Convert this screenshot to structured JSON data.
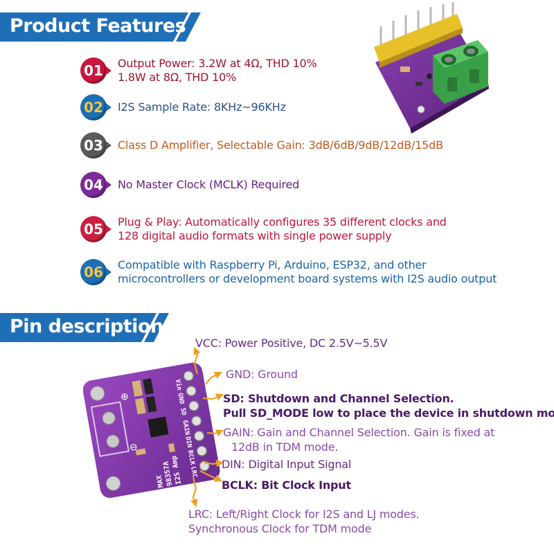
{
  "product_features": {
    "heading": "Product Features",
    "items": [
      {
        "num": "01",
        "color": "#c8163c",
        "text_color": "#a0142e",
        "lines": [
          "Output Power: 3.2W at 4Ω, THD 10%",
          "1.8W at 8Ω, THD 10%"
        ]
      },
      {
        "num": "02",
        "color": "#1a6fb5",
        "text_color": "#2a4f8a",
        "lines": [
          "I2S Sample Rate: 8KHz~96KHz"
        ]
      },
      {
        "num": "03",
        "color": "#5a5a5a",
        "text_color": "#c25a1e",
        "lines": [
          "Class D Amplifier, Selectable Gain: 3dB/6dB/9dB/12dB/15dB"
        ]
      },
      {
        "num": "04",
        "color": "#7d2a9a",
        "text_color": "#6a1e86",
        "lines": [
          "No Master Clock (MCLK) Required"
        ]
      },
      {
        "num": "05",
        "color": "#cc1f40",
        "text_color": "#c01838",
        "lines": [
          "Plug & Play: Automatically configures 35 different clocks and",
          "128 digital audio formats with single power supply"
        ]
      },
      {
        "num": "06",
        "color": "#1a6fb5",
        "text_color": "#1b64a8",
        "lines": [
          "Compatible with Raspberry Pi, Arduino, ESP32, and other",
          "microcontrollers or development board systems with I2S audio output"
        ]
      }
    ]
  },
  "pin_description": {
    "heading": "Pin description",
    "pins": [
      {
        "id": "vcc",
        "lines": [
          "VCC: Power Positive, DC 2.5V~5.5V"
        ],
        "color": "#6a2a86",
        "weight": "normal"
      },
      {
        "id": "gnd",
        "lines": [
          "GND: Ground"
        ],
        "color": "#8a4aa8",
        "weight": "normal"
      },
      {
        "id": "sd",
        "lines": [
          "SD: Shutdown and Channel Selection.",
          "Pull SD_MODE low to place the device in shutdown mode."
        ],
        "color": "#4a1a66",
        "weight": "bold"
      },
      {
        "id": "gain",
        "lines": [
          "GAIN: Gain and Channel Selection. Gain is fixed at",
          "12dB in TDM mode."
        ],
        "color": "#8a4aa8",
        "weight": "normal"
      },
      {
        "id": "din",
        "lines": [
          "DIN: Digital Input Signal"
        ],
        "color": "#6a2a86",
        "weight": "normal"
      },
      {
        "id": "bclk",
        "lines": [
          "BCLK: Bit Clock Input"
        ],
        "color": "#4a1a66",
        "weight": "bold"
      },
      {
        "id": "lrc",
        "lines": [
          "LRC: Left/Right Clock for I2S and LJ modes.",
          "Synchronous Clock for TDM mode"
        ],
        "color": "#8a4aa8",
        "weight": "normal"
      }
    ]
  },
  "board": {
    "silkscreen_pins": [
      "Vin",
      "GND",
      "SD",
      "GAIN",
      "DIN",
      "BCLK",
      "LRC"
    ],
    "chip_label": [
      "MAX",
      "98357A",
      "I2S Amp"
    ],
    "plus_sign": "⊕",
    "minus_sign": "⊖"
  }
}
